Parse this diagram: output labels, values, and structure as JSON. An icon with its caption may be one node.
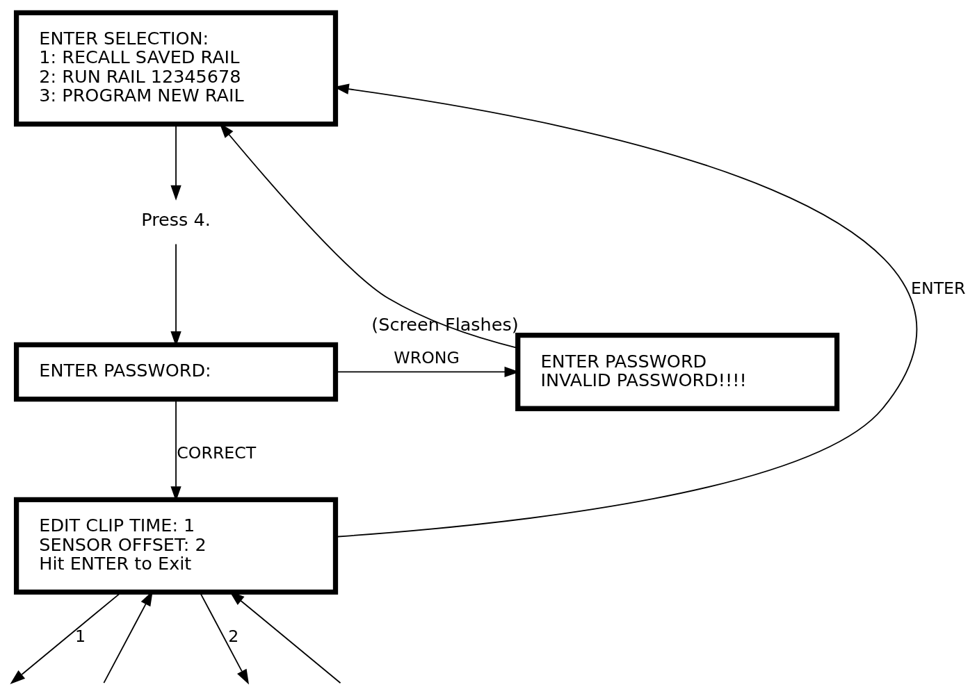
{
  "diagram": {
    "nodes": [
      {
        "text": [
          "ENTER SELECTION:",
          "1: RECALL SAVED RAIL",
          "2: RUN RAIL 12345678",
          "3: PROGRAM NEW RAIL"
        ]
      },
      {
        "text": [
          "Press 4."
        ]
      },
      {
        "text": [
          "ENTER PASSWORD:"
        ]
      },
      {
        "text": [
          "ENTER PASSWORD",
          "INVALID PASSWORD!!!!"
        ],
        "beside": [
          "(Screen Flashes)"
        ]
      },
      {
        "text": [
          "EDIT CLIP TIME: 1",
          "SENSOR OFFSET: 2",
          "Hit ENTER to Exit"
        ]
      }
    ],
    "edges": [
      {
        "from": 0,
        "to": 1,
        "arrow": "to"
      },
      {
        "from": 1,
        "to": 2,
        "arrow": "to"
      },
      {
        "from": 2,
        "to": 3,
        "arrow": "to",
        "label": "WRONG"
      },
      {
        "from": 2,
        "to": 4,
        "arrow": "to",
        "label": "CORRECT"
      },
      {
        "from": 3,
        "to": 0,
        "arrow": "to"
      },
      {
        "from": 4,
        "to": 0,
        "arrow": "to",
        "label": "ENTER"
      },
      {
        "from": null,
        "to": 4,
        "arrow": "to"
      },
      {
        "from": 4,
        "to": null,
        "arrow": "to",
        "label": "1"
      },
      {
        "from": null,
        "to": 4,
        "arrow": "to"
      },
      {
        "from": 4,
        "to": null,
        "arrow": "to",
        "label": "2"
      }
    ]
  }
}
